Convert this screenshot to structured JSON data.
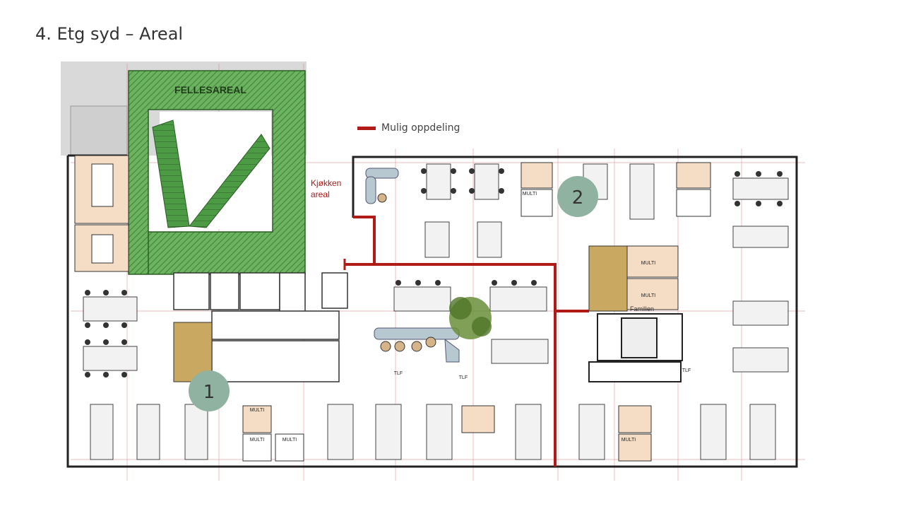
{
  "slide": {
    "title": "4. Etg syd – Areal"
  },
  "legend": {
    "label": "Mulig oppdeling",
    "color": "#b01a17"
  },
  "plan": {
    "common_area_label": "FELLESAREAL",
    "kitchen_label_line1": "Kjøkken",
    "kitchen_label_line2": "areal",
    "zone_badges": [
      "1",
      "2"
    ],
    "multi_label": "MULTI",
    "tlf_label": "TLF",
    "familien_label": "Familien",
    "colors": {
      "common_area": "#5aa050",
      "divider": "#b01a17",
      "badge": "#8fb3a0",
      "meeting_room": "#f5dcc4",
      "storage": "#c9a862",
      "grey_zone": "#d9d9d9",
      "wall": "#222222"
    }
  }
}
